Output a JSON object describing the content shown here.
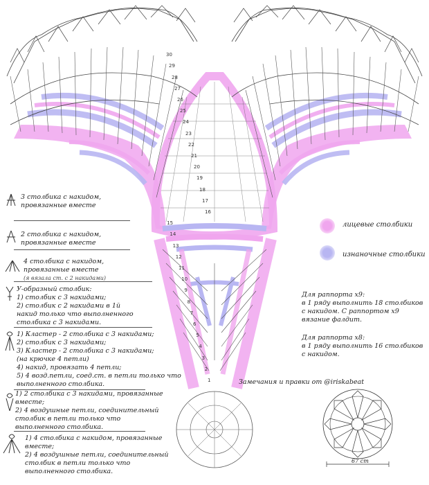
{
  "legend": {
    "items": [
      {
        "lines": [
          "3 столбика с накидом,",
          "провязанные вместе"
        ]
      },
      {
        "lines": [
          "2 столбика с накидом,",
          "провязанные вместе"
        ]
      },
      {
        "lines": [
          "4 столбика с накидом,",
          "провязанные вместе"
        ],
        "sub": "(я вязала ст. с 2 накидами)"
      },
      {
        "lines": [
          "У-образный столбик:",
          "1) столбик с 3 накидами;",
          "2) столбик с 2 накидами в 1й",
          "накид только что выполненного",
          "столбика с 3 накидами."
        ]
      },
      {
        "lines": [
          "1) Кластер - 2 столбика с 3 накидами;",
          "2) столбик с 3 накидами;",
          "3) Кластер - 2 столбика с 3 накидами;",
          "(на крючке 4 петли)",
          "4) накид, провязать 4 петли;",
          "5) 4 возд.петли, соед.ст. в петли только что",
          "выполненного столбика."
        ]
      },
      {
        "lines": [
          "1) 2 столбика с 3 накидами, провязанные",
          "вместе;",
          "2) 4 воздушные петли, соединительный",
          "столбик в петли только что",
          "выполненного столбика."
        ]
      },
      {
        "lines": [
          "1) 4 столбика с накидом, провязанные",
          "вместе;",
          "2) 4 воздушные петли, соединительный",
          "столбик в петли только что",
          "выполненного столбика."
        ]
      }
    ]
  },
  "key": {
    "front": {
      "label": "лицевые столбики",
      "color": "#f0a6ee"
    },
    "back": {
      "label": "изнаночные столбики",
      "color": "#b8b6f2"
    }
  },
  "notes": {
    "x9": [
      "Для раппорта х9:",
      "в 1 ряду выполнить 18 столбиков",
      "с накидом. С раппортом х9",
      "вязание фалдит."
    ],
    "x8": [
      "Для раппорта х8:",
      "в 1 ряду выполнить 16 столбиков",
      "с накидом."
    ]
  },
  "credit": "Замечания и правки от @iriskabeat",
  "dimension": "67 cm",
  "row_numbers": [
    "1",
    "2",
    "3",
    "4",
    "5",
    "6",
    "7",
    "8",
    "9",
    "10",
    "11",
    "12",
    "13",
    "14",
    "15",
    "16",
    "17",
    "18",
    "19",
    "20",
    "21",
    "22",
    "23",
    "24",
    "25",
    "26",
    "27",
    "28",
    "29",
    "30"
  ],
  "colors": {
    "pink": "#f0a6ee",
    "lavender": "#b8b6f2",
    "ink": "#333333"
  }
}
